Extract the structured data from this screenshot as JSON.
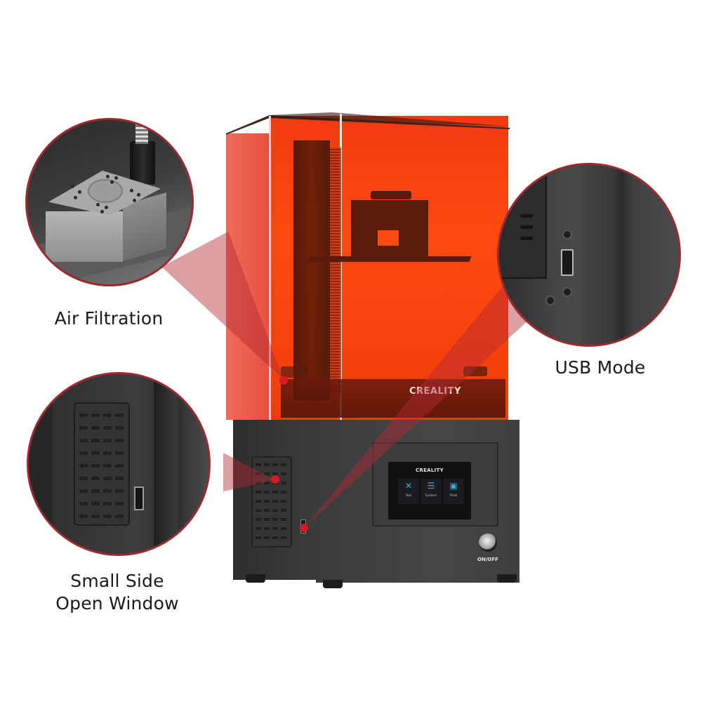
{
  "product": {
    "cover_brand": "CREALITY",
    "screen_brand": "CREALITY",
    "screen_tiles": [
      {
        "icon": "tool-icon",
        "glyph": "✕",
        "label": "Tool"
      },
      {
        "icon": "system-icon",
        "glyph": "☰",
        "label": "System"
      },
      {
        "icon": "print-icon",
        "glyph": "▣",
        "label": "Print"
      }
    ],
    "power_label": "ON/OFF"
  },
  "callouts": [
    {
      "id": "air-filtration",
      "label": "Air Filtration"
    },
    {
      "id": "usb-mode",
      "label": "USB Mode"
    },
    {
      "id": "side-window",
      "label_line1": "Small Side",
      "label_line2": "Open Window"
    }
  ],
  "colors": {
    "cover": "#ff4a10",
    "callout_border": "#9b2a2e",
    "callout_dot": "#d31c22",
    "beam": "#c0484c",
    "base": "#3e3f41",
    "screen_icon": "#29b6d8"
  }
}
